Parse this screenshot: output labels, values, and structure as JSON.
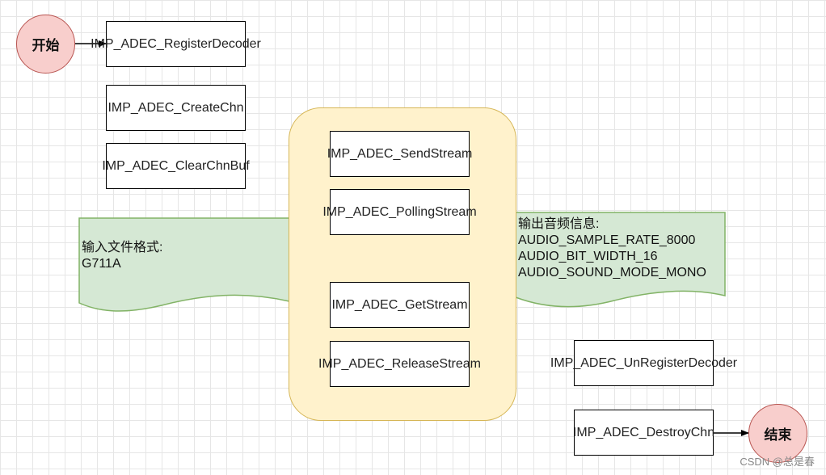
{
  "start_label": "开始",
  "end_label": "结束",
  "steps": {
    "register_decoder": "IMP_ADEC_RegisterDecoder",
    "create_chn": "IMP_ADEC_CreateChn",
    "clear_chn_buf": "IMP_ADEC_ClearChnBuf",
    "send_stream": "IMP_ADEC_SendStream",
    "polling_stream": "IMP_ADEC_PollingStream",
    "get_stream": "IMP_ADEC_GetStream",
    "release_stream": "IMP_ADEC_ReleaseStream",
    "unregister_decoder": "IMP_ADEC_UnRegisterDecoder",
    "destroy_chn": "IMP_ADEC_DestroyChn"
  },
  "input_note": {
    "line1": "输入文件格式:",
    "line2": "G711A"
  },
  "output_note": {
    "line1": "输出音频信息:",
    "line2": "AUDIO_SAMPLE_RATE_8000",
    "line3": "AUDIO_BIT_WIDTH_16",
    "line4": "AUDIO_SOUND_MODE_MONO"
  },
  "watermark": "CSDN @总是春",
  "colors": {
    "terminal_fill": "#f8cecc",
    "terminal_stroke": "#b85450",
    "group_fill": "#fff2cc",
    "group_stroke": "#d6b656",
    "note_fill": "#d5e8d4",
    "note_stroke": "#82b366"
  }
}
